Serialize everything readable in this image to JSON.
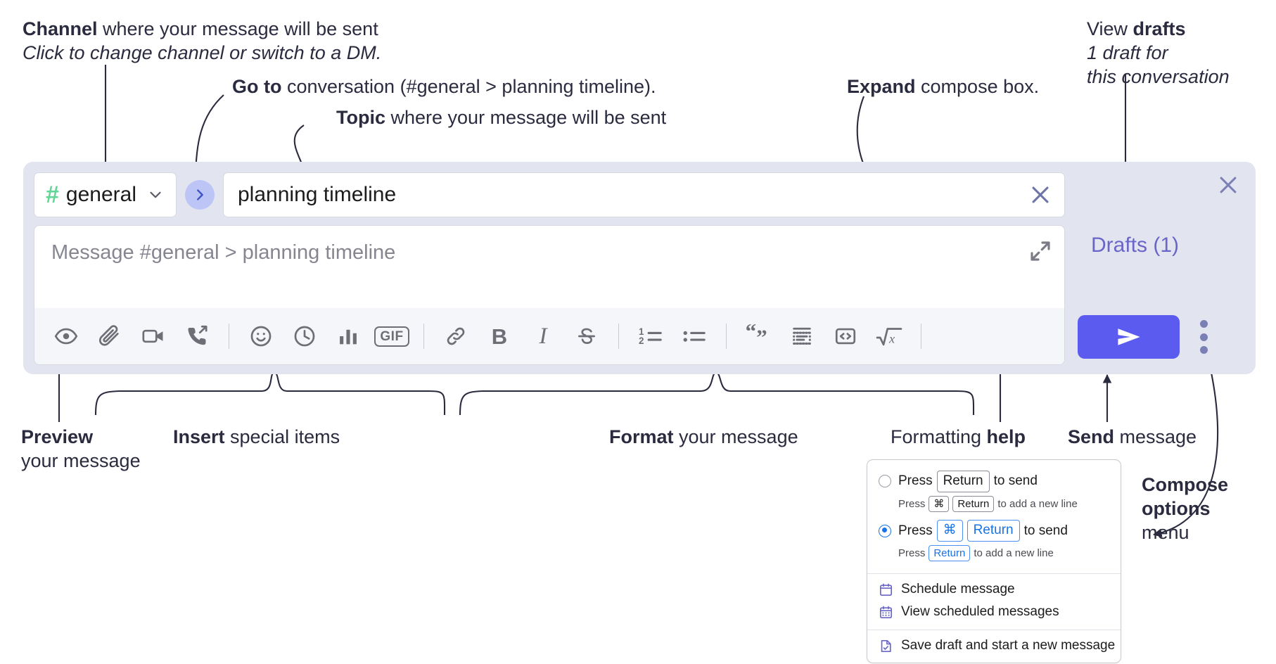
{
  "annotations": {
    "channel": {
      "bold": "Channel",
      "rest": " where your message will be sent",
      "italic": "Click to change channel or switch to a DM."
    },
    "goto": {
      "bold": "Go to",
      "rest": " conversation (#general > planning timeline)."
    },
    "topic": {
      "bold": "Topic",
      "rest": " where your message will be sent"
    },
    "expand": {
      "bold": "Expand",
      "rest": " compose box."
    },
    "drafts": {
      "lead": "View ",
      "bold": "drafts",
      "italic1": "1 draft for",
      "italic2": "this conversation"
    },
    "preview": {
      "bold": "Preview",
      "rest": "your message"
    },
    "insert": {
      "bold": "Insert",
      "rest": " special items"
    },
    "format": {
      "bold": "Format",
      "rest": " your message"
    },
    "formatting_help": {
      "lead": "Formatting ",
      "bold": "help"
    },
    "send": {
      "bold": "Send",
      "rest": " message"
    },
    "compose_options": {
      "bold1": "Compose",
      "bold2": "options",
      "rest": "menu"
    }
  },
  "compose": {
    "channel": {
      "hash": "#",
      "name": "general",
      "chevron_icon": "chevron-down-icon"
    },
    "goto_button": {
      "icon": "chevron-right-icon"
    },
    "topic": {
      "value": "planning timeline",
      "clear_icon": "close-icon"
    },
    "message": {
      "placeholder": "Message #general > planning timeline",
      "expand_icon": "expand-diagonal-icon"
    },
    "panel_close_icon": "close-icon",
    "drafts_link": "Drafts (1)",
    "send_button": {
      "icon": "send-paper-plane-icon"
    },
    "kebab": {
      "icon": "more-vertical-icon"
    },
    "toolbar": [
      {
        "name": "preview-button",
        "icon": "eye-icon",
        "group": "left"
      },
      {
        "name": "attach-button",
        "icon": "paperclip-icon",
        "group": "left"
      },
      {
        "name": "video-clip-button",
        "icon": "video-camera-icon",
        "group": "left"
      },
      {
        "name": "audio-clip-button",
        "icon": "phone-forward-icon",
        "group": "left"
      },
      {
        "name": "separator-1",
        "icon": "separator",
        "group": "sep"
      },
      {
        "name": "emoji-button",
        "icon": "smiley-icon",
        "group": "insert"
      },
      {
        "name": "schedule-button",
        "icon": "clock-icon",
        "group": "insert"
      },
      {
        "name": "poll-button",
        "icon": "bar-chart-icon",
        "group": "insert"
      },
      {
        "name": "gif-button",
        "icon": "gif-icon",
        "group": "insert",
        "label": "GIF"
      },
      {
        "name": "separator-2",
        "icon": "separator",
        "group": "sep"
      },
      {
        "name": "link-button",
        "icon": "link-icon",
        "group": "format"
      },
      {
        "name": "bold-button",
        "icon": "bold-icon",
        "group": "format",
        "label": "B"
      },
      {
        "name": "italic-button",
        "icon": "italic-icon",
        "group": "format",
        "label": "I"
      },
      {
        "name": "strikethrough-button",
        "icon": "strikethrough-icon",
        "group": "format",
        "label": "S"
      },
      {
        "name": "separator-3",
        "icon": "separator",
        "group": "sep"
      },
      {
        "name": "ordered-list-button",
        "icon": "ordered-list-icon",
        "group": "format"
      },
      {
        "name": "bulleted-list-button",
        "icon": "bulleted-list-icon",
        "group": "format"
      },
      {
        "name": "separator-4",
        "icon": "separator",
        "group": "sep"
      },
      {
        "name": "blockquote-button",
        "icon": "quote-icon",
        "group": "format"
      },
      {
        "name": "code-block-button",
        "icon": "code-block-icon",
        "group": "format"
      },
      {
        "name": "inline-code-button",
        "icon": "code-brackets-icon",
        "group": "format"
      },
      {
        "name": "math-button",
        "icon": "square-root-icon",
        "group": "format"
      },
      {
        "name": "separator-5",
        "icon": "separator",
        "group": "sep"
      },
      {
        "name": "formatting-help-button",
        "icon": "question-mark-icon",
        "group": "help",
        "label": "?"
      }
    ]
  },
  "options_menu": {
    "option_return": {
      "selected": false,
      "main_pre": "Press",
      "main_key": "Return",
      "main_post": "to send",
      "sub_pre": "Press",
      "sub_key1": "⌘",
      "sub_key2": "Return",
      "sub_post": "to add a new line"
    },
    "option_cmd_return": {
      "selected": true,
      "main_pre": "Press",
      "main_key1": "⌘",
      "main_key2": "Return",
      "main_post": "to send",
      "sub_pre": "Press",
      "sub_key": "Return",
      "sub_post": "to add a new line"
    },
    "items": [
      {
        "label": "Schedule message",
        "icon": "calendar-icon"
      },
      {
        "label": "View scheduled messages",
        "icon": "calendar-days-icon"
      },
      {
        "label": "Save draft and start a new message",
        "icon": "file-check-icon"
      }
    ]
  },
  "colors": {
    "panel_bg": "#e2e4f0",
    "accent_send": "#5b5bf0",
    "drafts_text": "#6a66c8",
    "hash_green": "#62d695",
    "goto_circle": "#bcc5f5",
    "radio_blue": "#1a73e8"
  }
}
